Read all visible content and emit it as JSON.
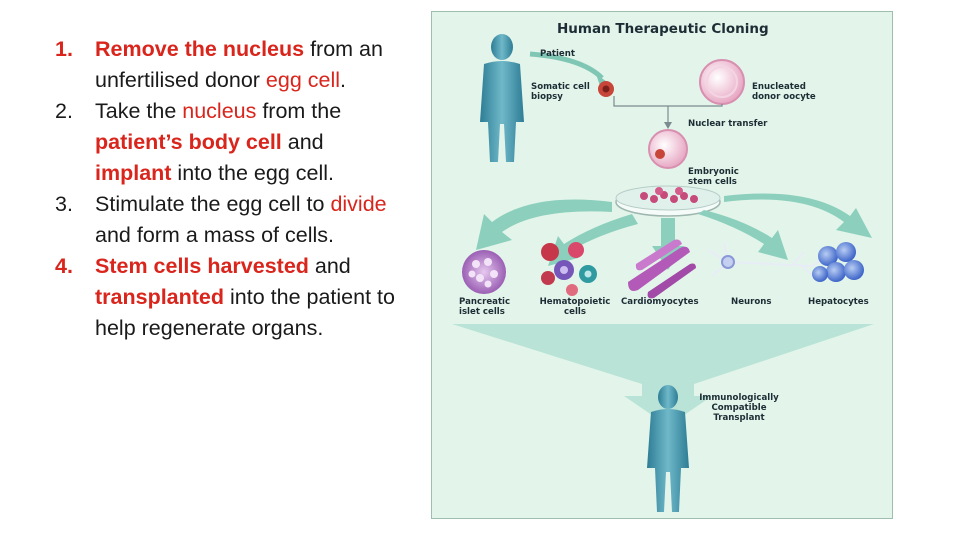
{
  "steps": [
    {
      "number": "1.",
      "number_highlight": true,
      "segments": [
        {
          "text": "Remove the nucleus",
          "style": "red-bold"
        },
        {
          "text": " from an unfertilised donor ",
          "style": "plain"
        },
        {
          "text": "egg cell",
          "style": "red"
        },
        {
          "text": ".",
          "style": "plain"
        }
      ]
    },
    {
      "number": "2.",
      "number_highlight": false,
      "segments": [
        {
          "text": "Take the ",
          "style": "plain"
        },
        {
          "text": "nucleus",
          "style": "red"
        },
        {
          "text": " from the ",
          "style": "plain"
        },
        {
          "text": "patient’s body cell",
          "style": "red-bold"
        },
        {
          "text": " and ",
          "style": "plain"
        },
        {
          "text": "implant",
          "style": "red-bold"
        },
        {
          "text": " into the egg cell.",
          "style": "plain"
        }
      ]
    },
    {
      "number": "3.",
      "number_highlight": false,
      "segments": [
        {
          "text": "Stimulate the egg cell to ",
          "style": "plain"
        },
        {
          "text": "divide",
          "style": "red"
        },
        {
          "text": " and form a mass of cells.",
          "style": "plain"
        }
      ]
    },
    {
      "number": "4.",
      "number_highlight": true,
      "segments": [
        {
          "text": "Stem cells harvested",
          "style": "red-bold"
        },
        {
          "text": " and ",
          "style": "plain"
        },
        {
          "text": "transplanted",
          "style": "red-bold"
        },
        {
          "text": " into the patient to help regenerate organs.",
          "style": "plain"
        }
      ]
    }
  ],
  "figure": {
    "title": "Human Therapeutic Cloning",
    "labels": {
      "patient": "Patient",
      "somatic_cell_biopsy": "Somatic cell biopsy",
      "enucleated_donor_oocyte": "Enucleated donor oocyte",
      "nuclear_transfer": "Nuclear transfer",
      "embryonic_stem_cells": "Embryonic stem cells",
      "pancreatic_islet_cells": "Pancreatic islet cells",
      "hematopoietic_cells": "Hematopoietic cells",
      "cardiomyocytes": "Cardiomyocytes",
      "neurons": "Neurons",
      "hepatocytes": "Hepatocytes",
      "transplant": "Immunologically Compatible Transplant"
    }
  },
  "colors": {
    "accent_red": "#d9251c",
    "figure_background": "#e3f5ea",
    "arrow": "#7fc7b4",
    "silhouette": "#3f8fa6"
  }
}
